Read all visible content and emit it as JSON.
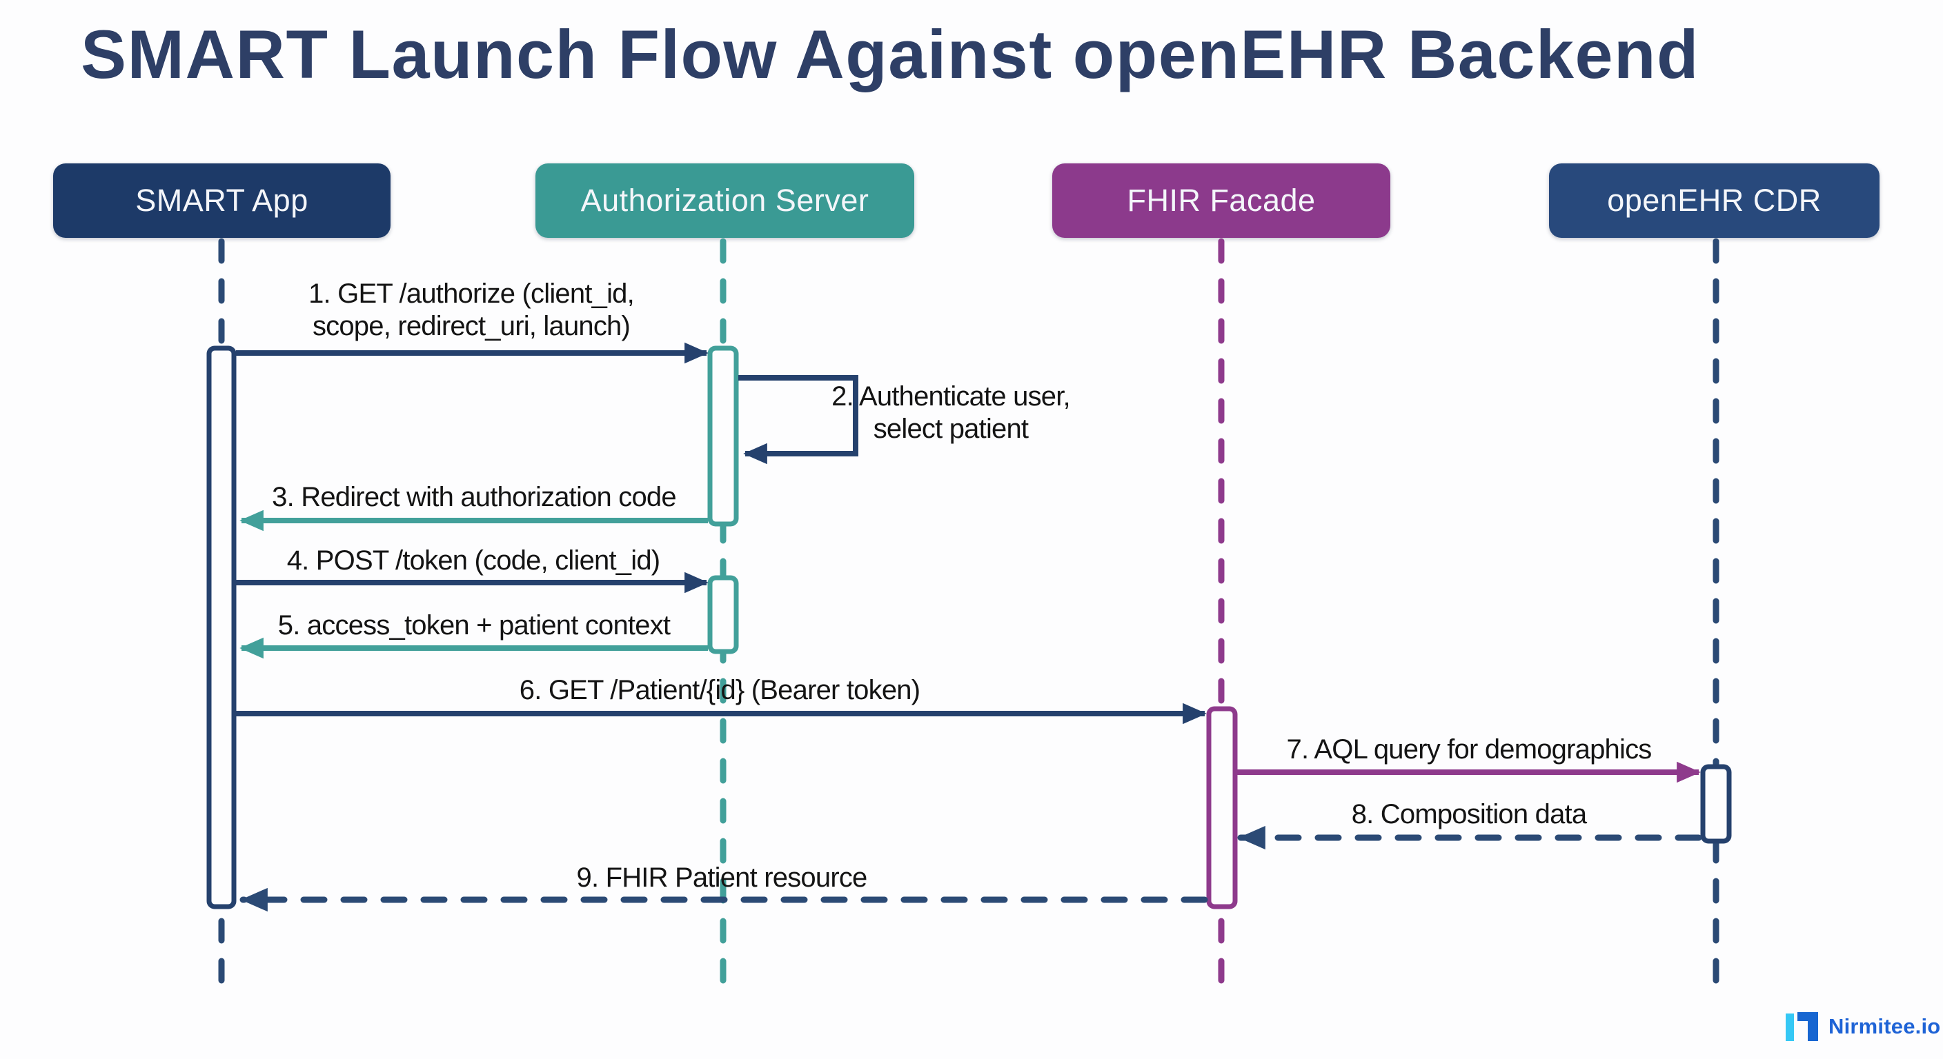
{
  "title": "SMART Launch Flow Against openEHR Backend",
  "participants": [
    {
      "id": "smart-app",
      "label": "SMART App",
      "color": "#1d3a68"
    },
    {
      "id": "authorization-server",
      "label": "Authorization Server",
      "color": "#3a9a94"
    },
    {
      "id": "fhir-facade",
      "label": "FHIR Facade",
      "color": "#8c3a8c"
    },
    {
      "id": "openehr-cdr",
      "label": "openEHR CDR",
      "color": "#28497c"
    }
  ],
  "messages": [
    {
      "lines": [
        "1. GET /authorize (client_id,",
        "scope, redirect_uri, launch)"
      ],
      "from": "SMART App",
      "to": "Authorization Server",
      "style": "solid",
      "color": "#25416d"
    },
    {
      "lines": [
        "2. Authenticate user,",
        "select patient"
      ],
      "from": "Authorization Server",
      "to": "Authorization Server",
      "style": "self-loop",
      "color": "#25416d"
    },
    {
      "lines": [
        "3. Redirect with authorization code"
      ],
      "from": "Authorization Server",
      "to": "SMART App",
      "style": "solid",
      "color": "#42a09a"
    },
    {
      "lines": [
        "4. POST /token (code, client_id)"
      ],
      "from": "SMART App",
      "to": "Authorization Server",
      "style": "solid",
      "color": "#25416d"
    },
    {
      "lines": [
        "5. access_token + patient context"
      ],
      "from": "Authorization Server",
      "to": "SMART App",
      "style": "solid",
      "color": "#42a09a"
    },
    {
      "lines": [
        "6. GET /Patient/{id} (Bearer token)"
      ],
      "from": "SMART App",
      "to": "FHIR Facade",
      "style": "solid",
      "color": "#25416d"
    },
    {
      "lines": [
        "7. AQL query for demographics"
      ],
      "from": "FHIR Facade",
      "to": "openEHR CDR",
      "style": "solid",
      "color": "#8e3a8c"
    },
    {
      "lines": [
        "8. Composition data"
      ],
      "from": "openEHR CDR",
      "to": "FHIR Facade",
      "style": "dashed",
      "color": "#2b4a75"
    },
    {
      "lines": [
        "9. FHIR Patient resource"
      ],
      "from": "FHIR Facade",
      "to": "SMART App",
      "style": "dashed",
      "color": "#2b4a75"
    }
  ],
  "colors": {
    "background": "#fdfdfe",
    "title_text": "#2e3f66",
    "navy_arrow": "#25416d",
    "teal_arrow": "#42a09a",
    "purple_arrow": "#8e3a8c",
    "dashed_navy_arrow": "#2b4a75",
    "logo_blue": "#1e63d6",
    "logo_cyan": "#35c8f5"
  },
  "logo": {
    "text": "Nirmitee.io"
  }
}
